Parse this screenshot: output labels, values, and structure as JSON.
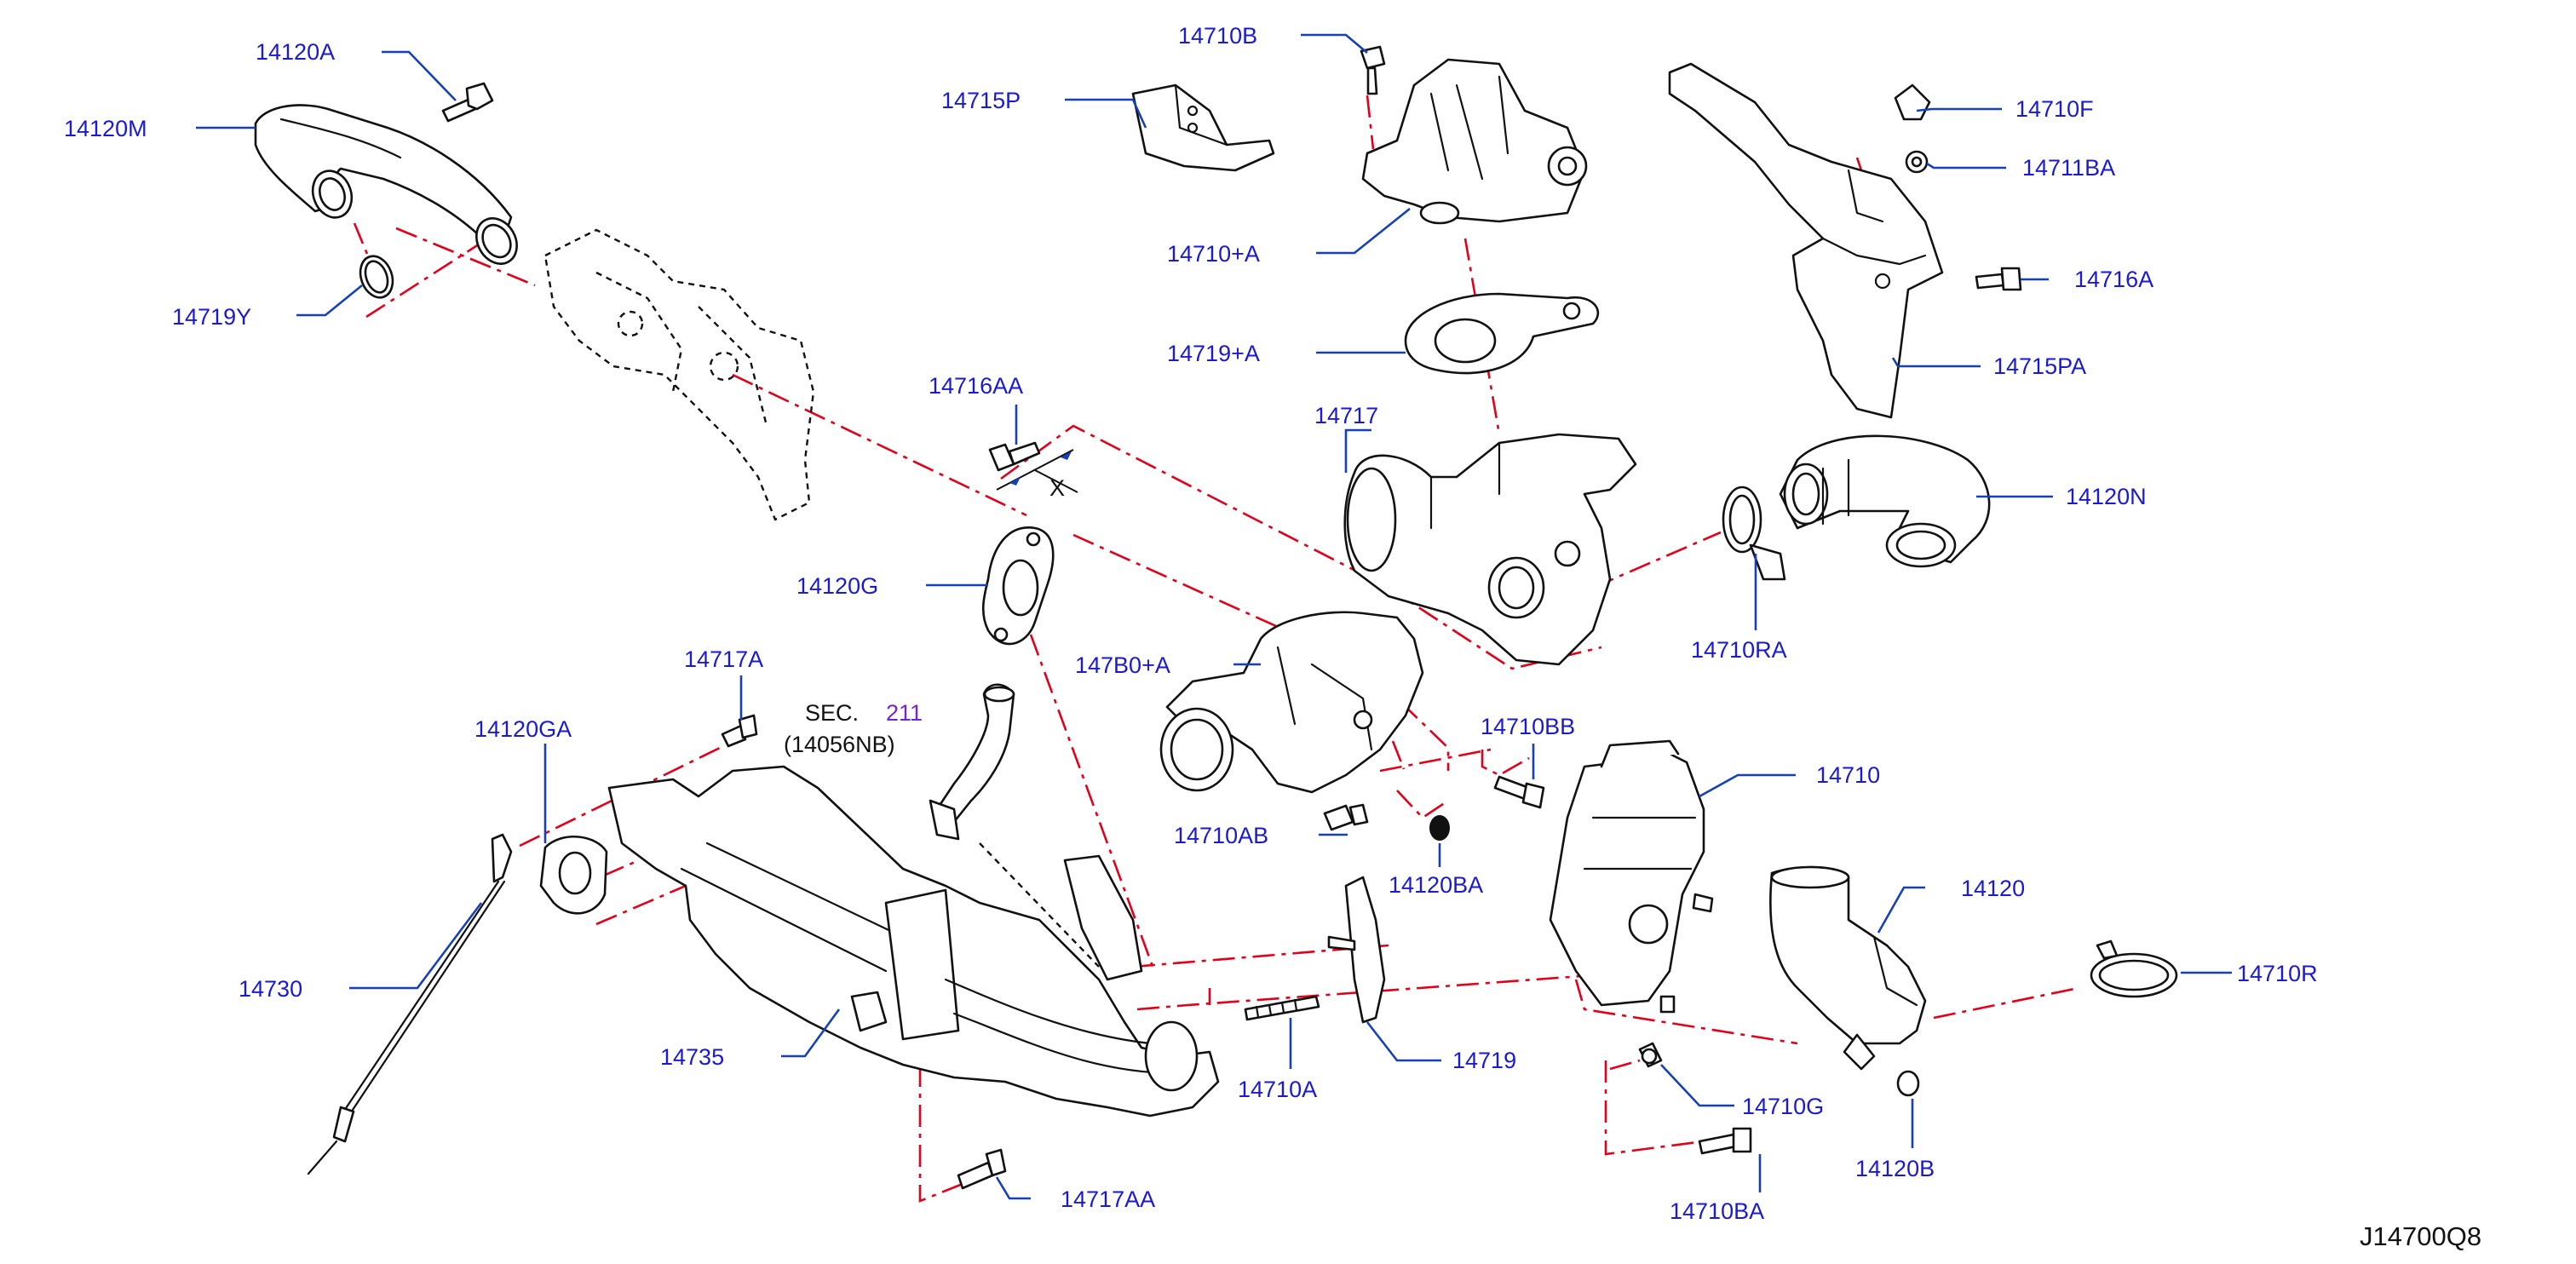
{
  "diagram_code": "J14700Q8",
  "section_ref": {
    "prefix": "SEC.",
    "number": "211",
    "sub_part": "(14056NB)"
  },
  "callouts": {
    "c14120A": "14120A",
    "c14120M": "14120M",
    "c14719Y": "14719Y",
    "c14715P": "14715P",
    "c14710B": "14710B",
    "c14710plusA": "14710+A",
    "c14719plusA": "14719+A",
    "c14717": "14717",
    "c14710F": "14710F",
    "c14711BA": "14711BA",
    "c14716A": "14716A",
    "c14715PA": "14715PA",
    "c14120N": "14120N",
    "c14710RA": "14710RA",
    "c14716AA": "14716AA",
    "c14120G": "14120G",
    "c147B0plusA": "147B0+A",
    "c14717A": "14717A",
    "c14120GA": "14120GA",
    "c14710BB": "14710BB",
    "c14710": "14710",
    "c14710AB": "14710AB",
    "c14120BA": "14120BA",
    "c14730": "14730",
    "c14735": "14735",
    "c14710A": "14710A",
    "c14719": "14719",
    "c14120": "14120",
    "c14710R": "14710R",
    "c14710G": "14710G",
    "c14120B": "14120B",
    "c14710BA": "14710BA",
    "c14717AA": "14717AA"
  },
  "dimension_marker": "X",
  "colors": {
    "callout_text": "#1a1ad2",
    "leader_line": "#1640b8",
    "assembly_chain": "#e3001b",
    "part_outline": "#111111",
    "section_number": "#7a22cc"
  }
}
